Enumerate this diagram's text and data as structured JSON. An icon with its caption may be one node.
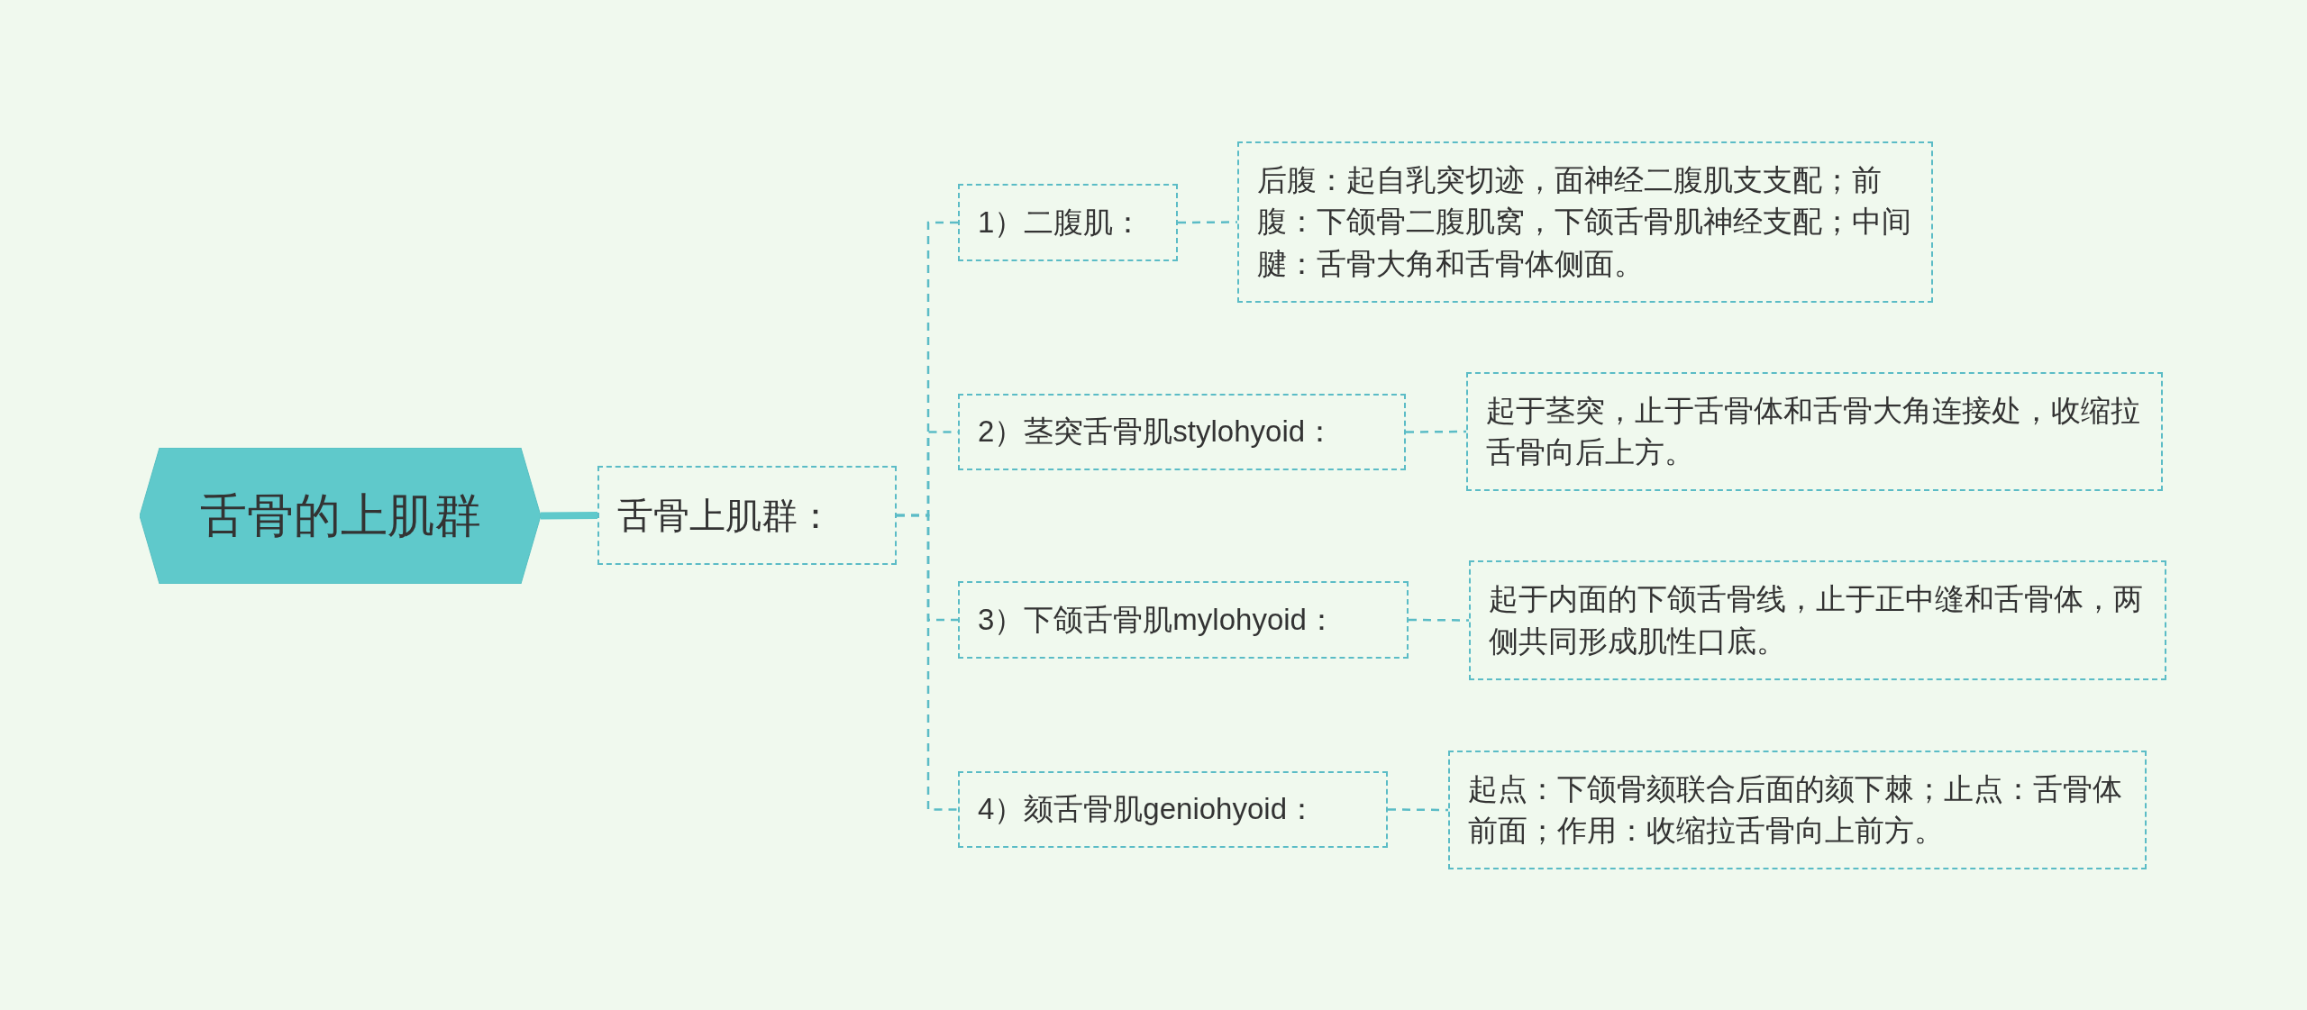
{
  "diagram": {
    "nodes": [
      {
        "text": [
          "舌骨的上肌群"
        ]
      },
      {
        "text": [
          "舌骨上肌群："
        ]
      },
      {
        "text": [
          "1）二腹肌："
        ]
      },
      {
        "text": [
          "后腹：起自乳突切迹，面神经二腹肌支支配；前腹：下颌骨二腹肌窝，下颌舌骨肌神经支配；中间腱：舌骨大角和舌骨体侧面。"
        ]
      },
      {
        "text": [
          "2）茎突舌骨肌stylohyoid："
        ]
      },
      {
        "text": [
          "起于茎突，止于舌骨体和舌骨大角连接处，收缩拉舌骨向后上方。"
        ]
      },
      {
        "text": [
          "3）下颌舌骨肌mylohyoid："
        ]
      },
      {
        "text": [
          "起于内面的下颌舌骨线，止于正中缝和舌骨体，两侧共同形成肌性口底。"
        ]
      },
      {
        "text": [
          "4）颏舌骨肌geniohyoid："
        ]
      },
      {
        "text": [
          "起点：下颌骨颏联合后面的颏下棘；止点：舌骨体前面；作用：收缩拉舌骨向上前方。"
        ]
      }
    ],
    "edges": [
      {
        "from": 0,
        "to": 1,
        "arrow": "none",
        "style": "thick"
      },
      {
        "from": 1,
        "to": 2,
        "arrow": "none",
        "style": "dashed"
      },
      {
        "from": 1,
        "to": 4,
        "arrow": "none",
        "style": "dashed"
      },
      {
        "from": 1,
        "to": 6,
        "arrow": "none",
        "style": "dashed"
      },
      {
        "from": 1,
        "to": 8,
        "arrow": "none",
        "style": "dashed"
      },
      {
        "from": 2,
        "to": 3,
        "arrow": "none",
        "style": "dashed"
      },
      {
        "from": 4,
        "to": 5,
        "arrow": "none",
        "style": "dashed"
      },
      {
        "from": 6,
        "to": 7,
        "arrow": "none",
        "style": "dashed"
      },
      {
        "from": 8,
        "to": 9,
        "arrow": "none",
        "style": "dashed"
      }
    ]
  }
}
